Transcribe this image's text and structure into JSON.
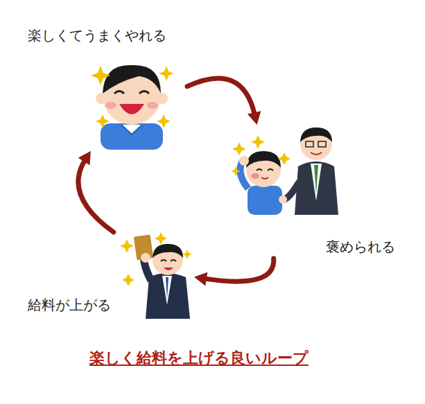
{
  "diagram": {
    "title": "楽しく給料を上げる良いループ",
    "nodes": [
      {
        "text": [
          "楽しくてうまくやれる"
        ]
      },
      {
        "text": [
          "褒められる"
        ]
      },
      {
        "text": [
          "給料が上がる"
        ]
      }
    ],
    "edges": [
      {
        "from": 0,
        "to": 1,
        "arrow": "to"
      },
      {
        "from": 1,
        "to": 2,
        "arrow": "to"
      },
      {
        "from": 2,
        "to": 0,
        "arrow": "to"
      }
    ]
  }
}
